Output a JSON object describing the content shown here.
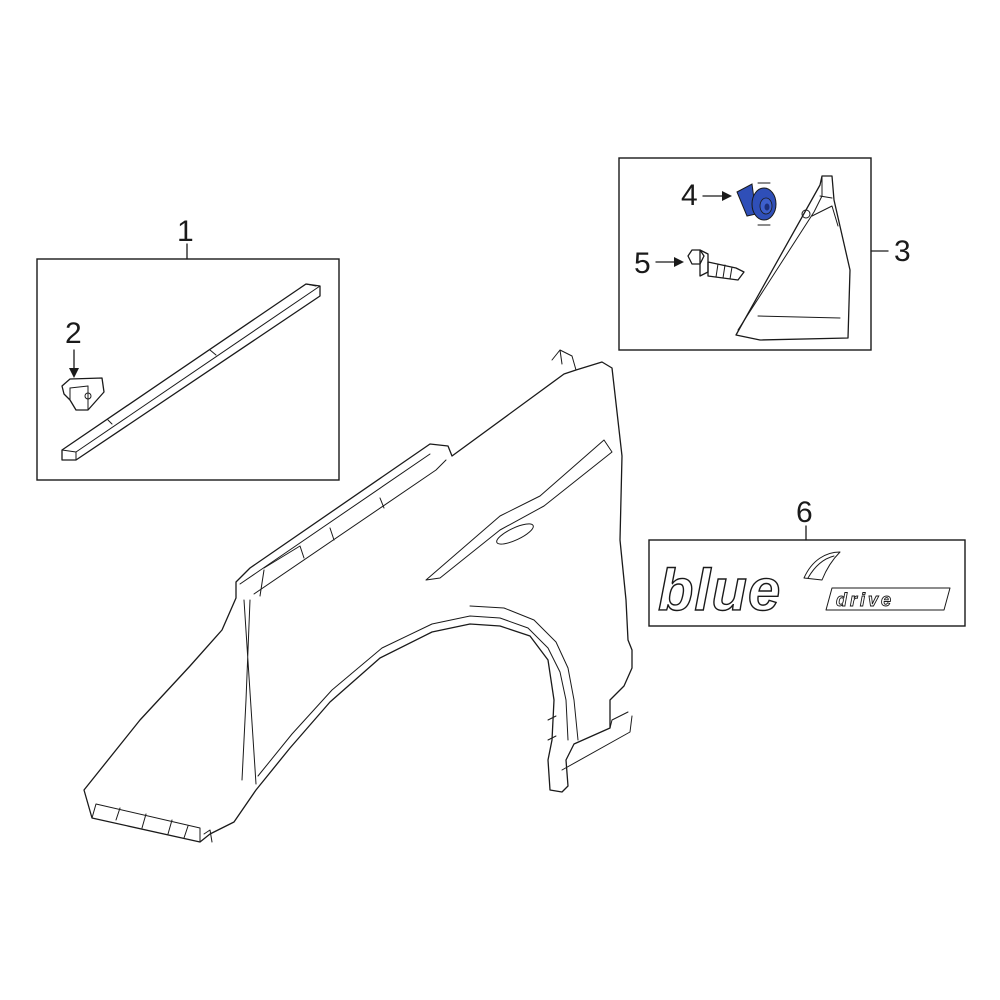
{
  "callouts": {
    "c1": "1",
    "c2": "2",
    "c3": "3",
    "c4": "4",
    "c5": "5",
    "c6": "6"
  },
  "emblem": {
    "word_main": "blue",
    "word_sub": "drive"
  },
  "colors": {
    "line": "#1a1a1a",
    "highlight_part": "#2f4fb8"
  }
}
